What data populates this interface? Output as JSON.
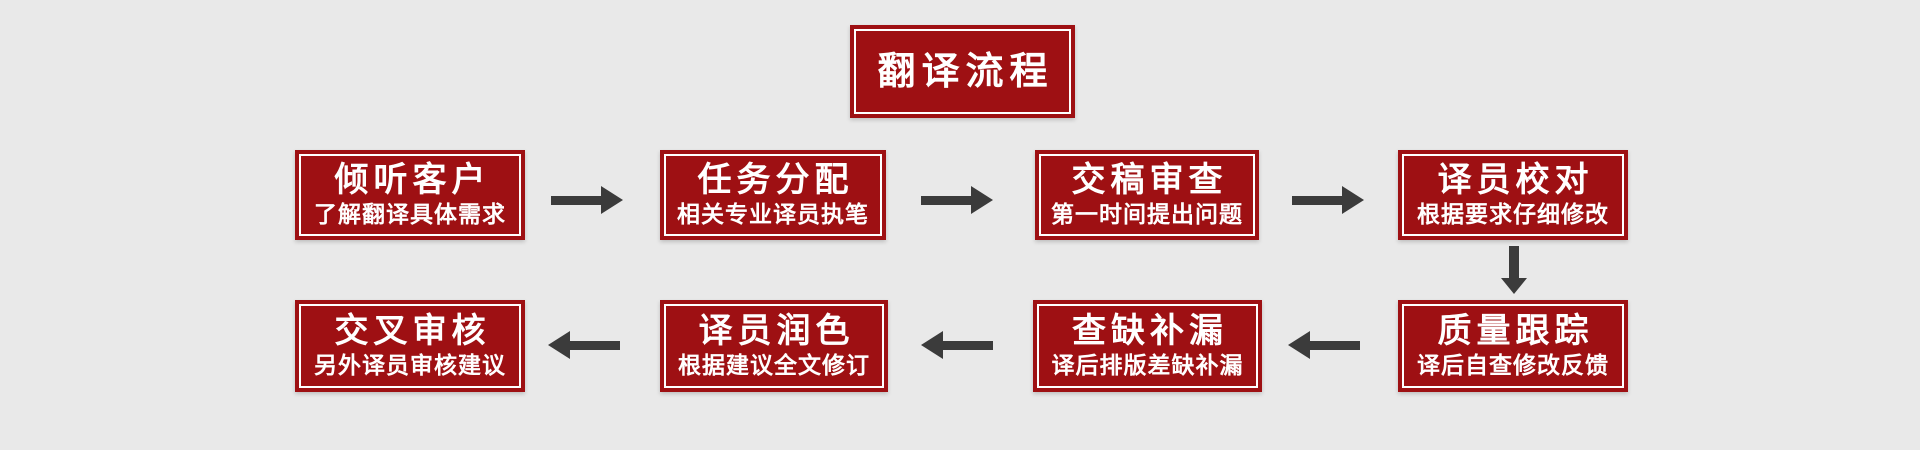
{
  "title": {
    "label": "翻译流程"
  },
  "colors": {
    "box_red": "#9E1013",
    "inner_border_white": "#FFFFFF",
    "text_white": "#FFFFFF",
    "arrow_gray": "#3B3B3B",
    "page_bg": "#E9E9E9"
  },
  "steps": [
    {
      "order": 1,
      "title": "倾听客户",
      "subtitle": "了解翻译具体需求"
    },
    {
      "order": 2,
      "title": "任务分配",
      "subtitle": "相关专业译员执笔"
    },
    {
      "order": 3,
      "title": "交稿审查",
      "subtitle": "第一时间提出问题"
    },
    {
      "order": 4,
      "title": "译员校对",
      "subtitle": "根据要求仔细修改"
    },
    {
      "order": 5,
      "title": "质量跟踪",
      "subtitle": "译后自查修改反馈"
    },
    {
      "order": 6,
      "title": "查缺补漏",
      "subtitle": "译后排版差缺补漏"
    },
    {
      "order": 7,
      "title": "译员润色",
      "subtitle": "根据建议全文修订"
    },
    {
      "order": 8,
      "title": "交叉审核",
      "subtitle": "另外译员审核建议"
    }
  ],
  "flow": {
    "row1_direction": "left-to-right",
    "row2_direction": "right-to-left"
  }
}
